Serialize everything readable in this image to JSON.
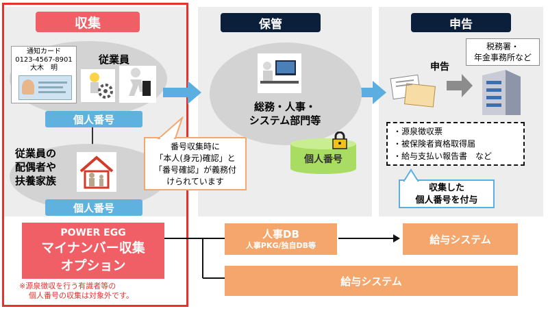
{
  "columns": {
    "collect": {
      "header": "収集"
    },
    "storage": {
      "header": "保管"
    },
    "report": {
      "header": "申告"
    }
  },
  "card": {
    "title": "通知カード",
    "number": "0123-4567-8901",
    "name": "大木　明"
  },
  "collect": {
    "employee_label": "従業員",
    "personal_number_1": "個人番号",
    "family_label_lines": [
      "従業員の",
      "配偶者や",
      "扶養家族"
    ],
    "personal_number_2": "個人番号",
    "note_lines": [
      "※源泉徴収を行う有識者等の",
      "個人番号の収集は対象外です。"
    ]
  },
  "option": {
    "line1": "POWER EGG",
    "line2": "マイナンバー収集",
    "line3": "オプション"
  },
  "callout": {
    "lines": [
      "番号収集時に",
      "「本人(身元)確認」と",
      "「番号確認」が義務付",
      "けられています"
    ]
  },
  "storage": {
    "dept_lines": [
      "総務・人事・",
      "システム部門等"
    ],
    "db_label": "個人番号"
  },
  "report": {
    "tax_office_lines": [
      "税務署・",
      "年金事務所など"
    ],
    "filing_label": "申告",
    "docs": [
      "・源泉徴収票",
      "・被保険者資格取得届",
      "・給与支払い報告書　など"
    ],
    "attach_lines": [
      "収集した",
      "個人番号を付与"
    ]
  },
  "flow": {
    "hr_db_title": "人事DB",
    "hr_db_sub": "人事PKG/独自DB等",
    "payroll_1": "給与システム",
    "payroll_2": "給与システム"
  },
  "colors": {
    "red_accent": "#e8302d",
    "pink_header": "#f05f66",
    "navy_header": "#0b1f3a",
    "blue_pill": "#5fb2e0",
    "orange_box": "#f4a66c",
    "arrow_blue": "#5aaee0",
    "db_green": "#a8dc62"
  }
}
